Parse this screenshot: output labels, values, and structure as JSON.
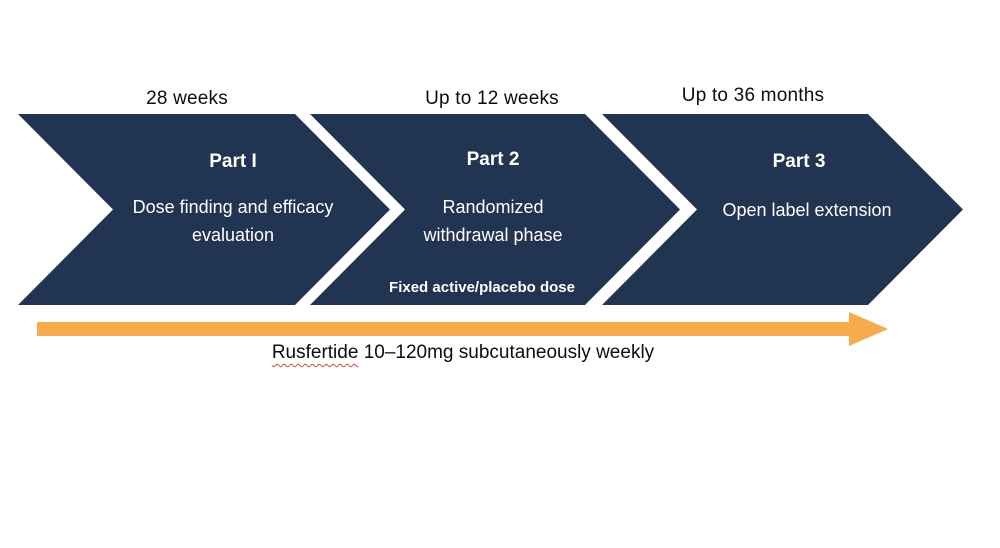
{
  "colors": {
    "chevron_navy": "#213452",
    "arrow_orange": "#F9AC4D",
    "chevron_text": "#FFFFFF",
    "header_text": "#0D0D0D",
    "spellcheck_squiggle_red": "#D04A42"
  },
  "phases": [
    {
      "duration": "28 weeks",
      "part_label": "Part I",
      "description": "Dose finding and efficacy\nevaluation",
      "note": ""
    },
    {
      "duration": "Up to 12 weeks",
      "part_label": "Part 2",
      "description": "Randomized\nwithdrawal phase",
      "note": "Fixed active/placebo dose"
    },
    {
      "duration": "Up to 36 months",
      "part_label": "Part 3",
      "description": "Open label extension",
      "note": ""
    }
  ],
  "treatment_arrow": {
    "drug_name": "Rusfertide",
    "dose_text": " 10–120mg subcutaneously weekly"
  }
}
